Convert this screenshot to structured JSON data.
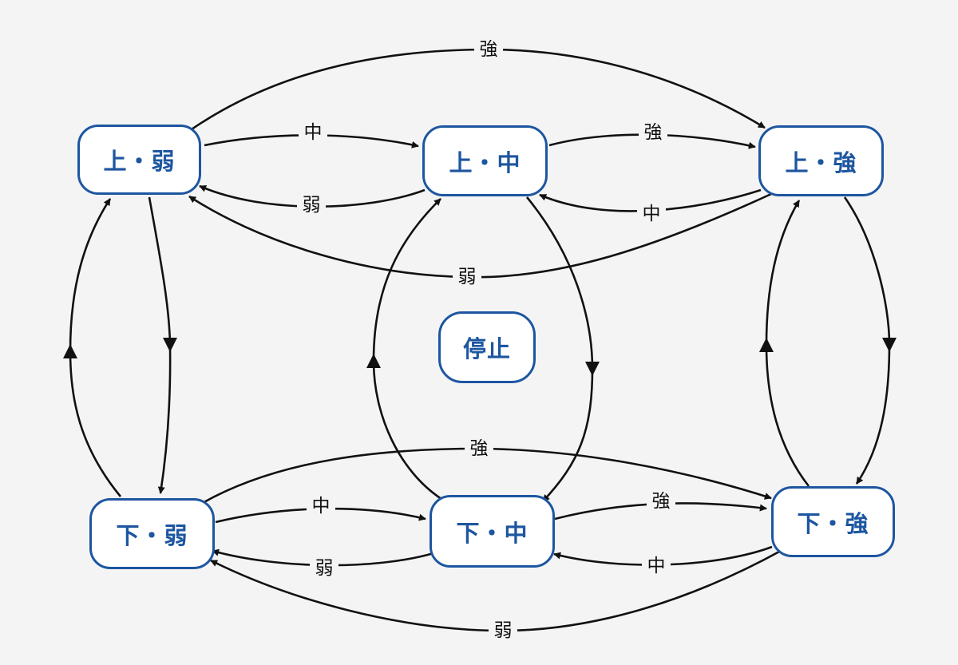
{
  "diagram": {
    "nodes": {
      "up_weak": {
        "label": "上・弱"
      },
      "up_mid": {
        "label": "上・中"
      },
      "up_strong": {
        "label": "上・強"
      },
      "stop": {
        "label": "停止"
      },
      "dn_weak": {
        "label": "下・弱"
      },
      "dn_mid": {
        "label": "下・中"
      },
      "dn_strong": {
        "label": "下・強"
      }
    },
    "edges": [
      {
        "from": "up_weak",
        "to": "up_strong",
        "label": "強"
      },
      {
        "from": "up_weak",
        "to": "up_mid",
        "label": "中"
      },
      {
        "from": "up_mid",
        "to": "up_weak",
        "label": "弱"
      },
      {
        "from": "up_mid",
        "to": "up_strong",
        "label": "強"
      },
      {
        "from": "up_strong",
        "to": "up_mid",
        "label": "中"
      },
      {
        "from": "up_strong",
        "to": "up_weak",
        "label": "弱"
      },
      {
        "from": "up_weak",
        "to": "dn_weak",
        "label": ""
      },
      {
        "from": "dn_weak",
        "to": "up_weak",
        "label": ""
      },
      {
        "from": "up_mid",
        "to": "dn_mid",
        "label": ""
      },
      {
        "from": "dn_mid",
        "to": "up_mid",
        "label": ""
      },
      {
        "from": "up_strong",
        "to": "dn_strong",
        "label": ""
      },
      {
        "from": "dn_strong",
        "to": "up_strong",
        "label": ""
      },
      {
        "from": "dn_weak",
        "to": "dn_strong",
        "label": "強"
      },
      {
        "from": "dn_weak",
        "to": "dn_mid",
        "label": "中"
      },
      {
        "from": "dn_mid",
        "to": "dn_weak",
        "label": "弱"
      },
      {
        "from": "dn_mid",
        "to": "dn_strong",
        "label": "強"
      },
      {
        "from": "dn_strong",
        "to": "dn_mid",
        "label": "中"
      },
      {
        "from": "dn_strong",
        "to": "dn_weak",
        "label": "弱"
      }
    ]
  },
  "colors": {
    "background": "#f4f4f5",
    "node_border": "#1d56a0",
    "node_text": "#1d56a0",
    "node_fill": "#ffffff",
    "edge": "#111111"
  }
}
